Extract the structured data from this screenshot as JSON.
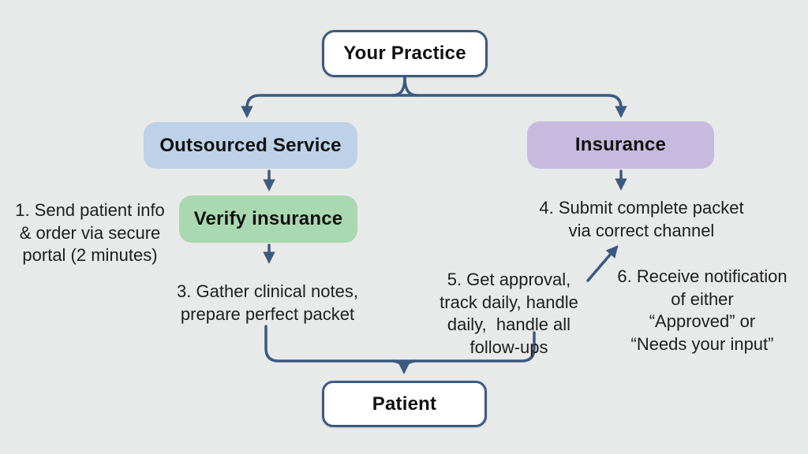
{
  "title": "Insurance verification workflow flowchart",
  "colors": {
    "background": "#e8e9e9",
    "connector": "#3b5a80",
    "outsourced_fill": "#bdd1e8",
    "insurance_fill": "#c6bbde",
    "verify_fill": "#aad8b0",
    "plain_node_fill": "#ffffff",
    "plain_node_border": "#3b5a80",
    "text": "#1e1e1e"
  },
  "nodes": {
    "your_practice": {
      "label": "Your Practice"
    },
    "outsourced_service": {
      "label": "Outsourced Service"
    },
    "insurance": {
      "label": "Insurance"
    },
    "verify_insurance": {
      "label": "Verify insurance"
    },
    "patient": {
      "label": "Patient"
    }
  },
  "steps": {
    "step1": {
      "lines": [
        "1. Send patient info",
        "& order via secure",
        "portal (2 minutes)"
      ]
    },
    "step3": {
      "lines": [
        "3. Gather clinical notes,",
        "prepare perfect packet"
      ]
    },
    "step4": {
      "lines": [
        "4. Submit complete packet",
        "via correct channel"
      ]
    },
    "step5": {
      "lines": [
        "5. Get approval,",
        "track daily, handle",
        "daily,  handle all",
        "follow-ups"
      ]
    },
    "step6": {
      "lines": [
        "6. Receive notification",
        "of either",
        "“Approved” or",
        "“Needs your input”"
      ]
    }
  }
}
